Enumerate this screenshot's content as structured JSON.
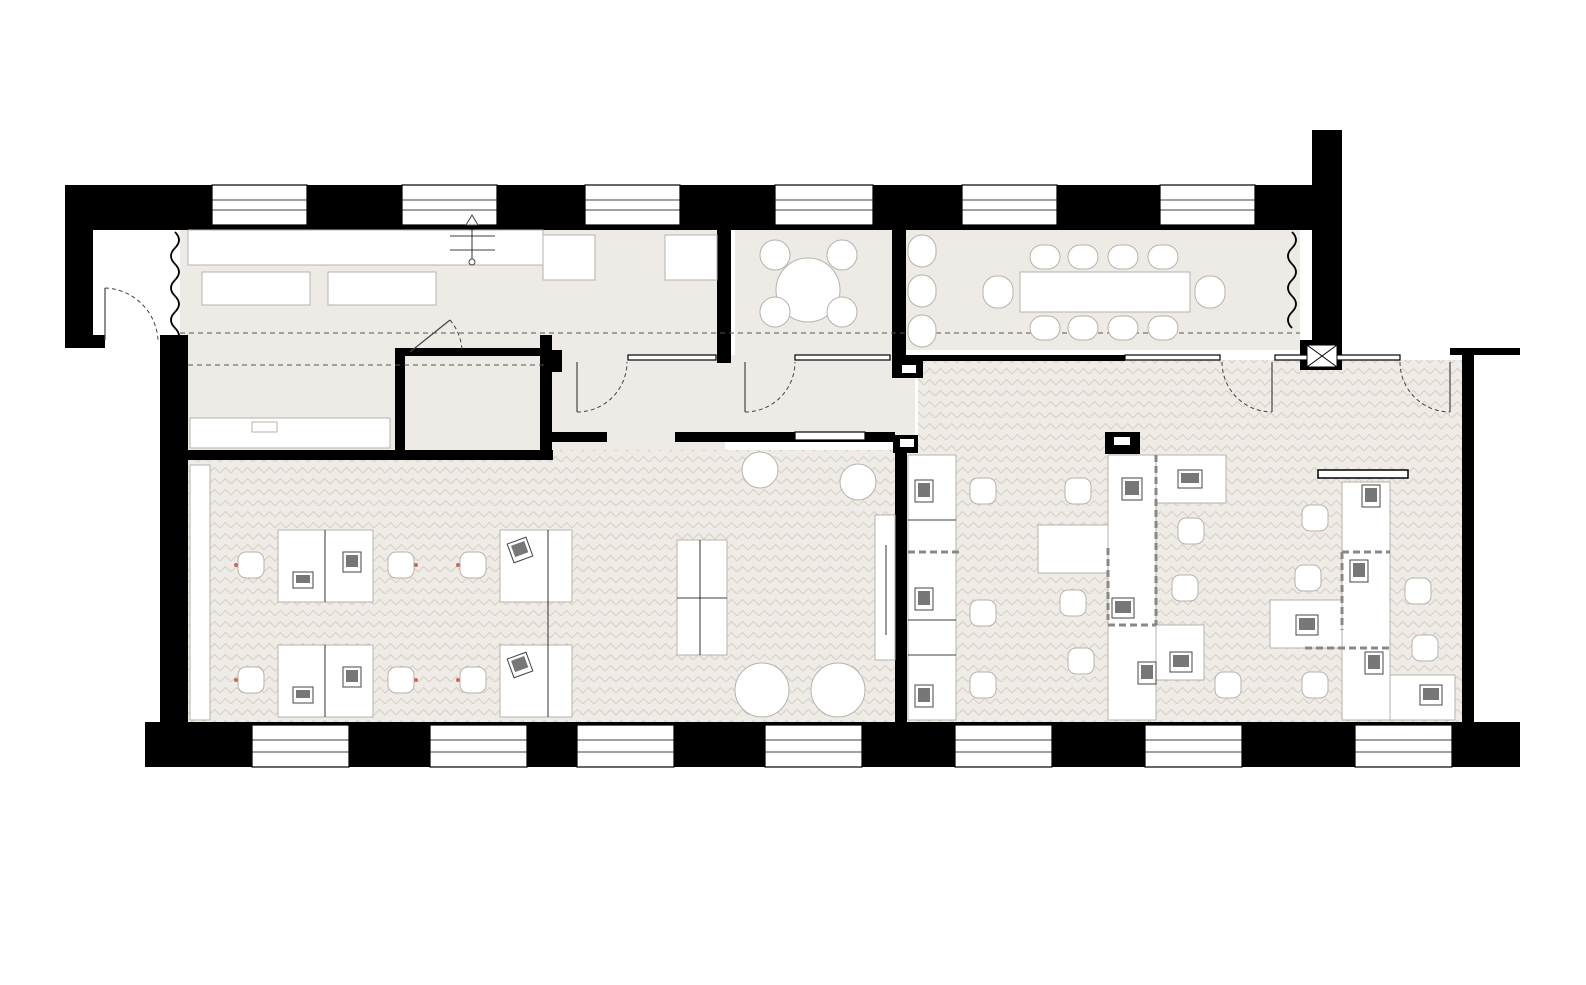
{
  "diagram": {
    "type": "architectural-floor-plan",
    "palette": {
      "wall": "#000000",
      "floor_plain": "#eeebe6",
      "floor_herringbone_base": "#efece7",
      "floor_herringbone_line": "#d8d0c4",
      "furniture_fill": "#ffffff",
      "furniture_outline": "#b7b2ab",
      "chair_accent": "#c96b5a"
    },
    "zones": [
      "entrance-lounge-corridor",
      "small-meeting-room",
      "conference-room",
      "storage-room",
      "open-workspace-west",
      "open-workspace-east"
    ],
    "icons": [
      "stair-arrow-icon",
      "shaft-cross-icon",
      "curtain-icon",
      "door-swing-icon",
      "laptop-icon"
    ]
  }
}
